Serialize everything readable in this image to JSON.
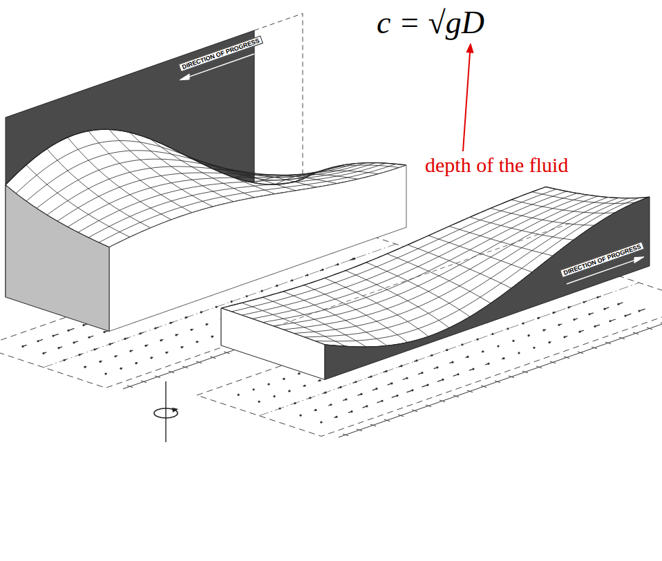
{
  "diagram": {
    "labels": [
      "c = √gD",
      "depth of the fluid",
      "DIRECTION OF PROGRESS",
      "DIRECTION OF PROGRESS"
    ]
  }
}
